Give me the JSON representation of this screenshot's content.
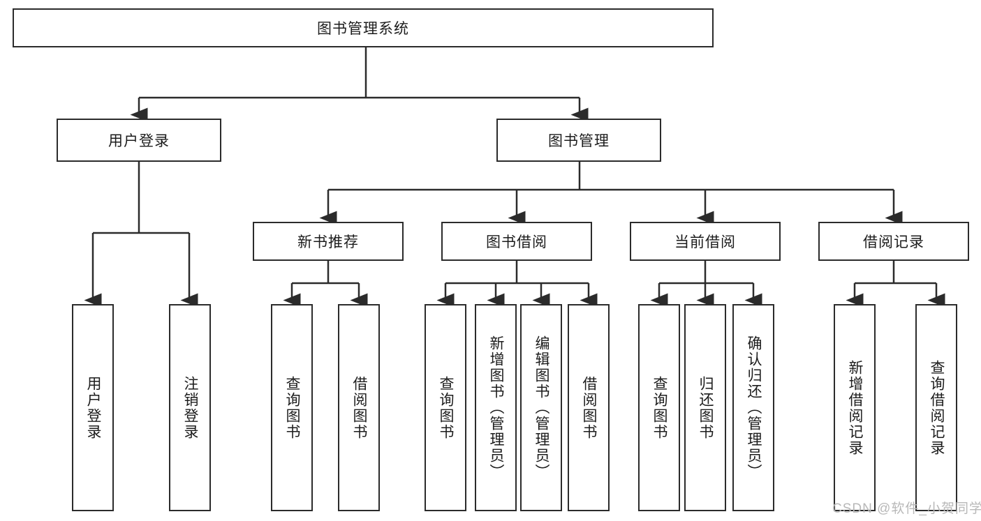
{
  "diagram": {
    "title": "图书管理系统",
    "type": "tree-hierarchy",
    "root": {
      "label": "图书管理系统"
    },
    "level2": [
      {
        "label": "用户登录"
      },
      {
        "label": "图书管理"
      }
    ],
    "level3": [
      {
        "label": "新书推荐"
      },
      {
        "label": "图书借阅"
      },
      {
        "label": "当前借阅"
      },
      {
        "label": "借阅记录"
      }
    ],
    "leaves": {
      "user_login": [
        {
          "label": "用户登录"
        },
        {
          "label": "注销登录"
        }
      ],
      "new_book_recommend": [
        {
          "label": "查询图书"
        },
        {
          "label": "借阅图书"
        }
      ],
      "book_borrow": [
        {
          "label": "查询图书"
        },
        {
          "label": "新增图书（管理员）"
        },
        {
          "label": "编辑图书（管理员）"
        },
        {
          "label": "借阅图书"
        }
      ],
      "current_borrow": [
        {
          "label": "查询图书"
        },
        {
          "label": "归还图书"
        },
        {
          "label": "确认归还（管理员）"
        }
      ],
      "borrow_record": [
        {
          "label": "新增借阅记录"
        },
        {
          "label": "查询借阅记录"
        }
      ]
    }
  },
  "watermark": {
    "text": "CSDN @软件_小贺同学"
  },
  "colors": {
    "stroke": "#2b2b2b",
    "background": "#ffffff",
    "text": "#1c1c1c",
    "watermark": "#b8b8b8"
  }
}
